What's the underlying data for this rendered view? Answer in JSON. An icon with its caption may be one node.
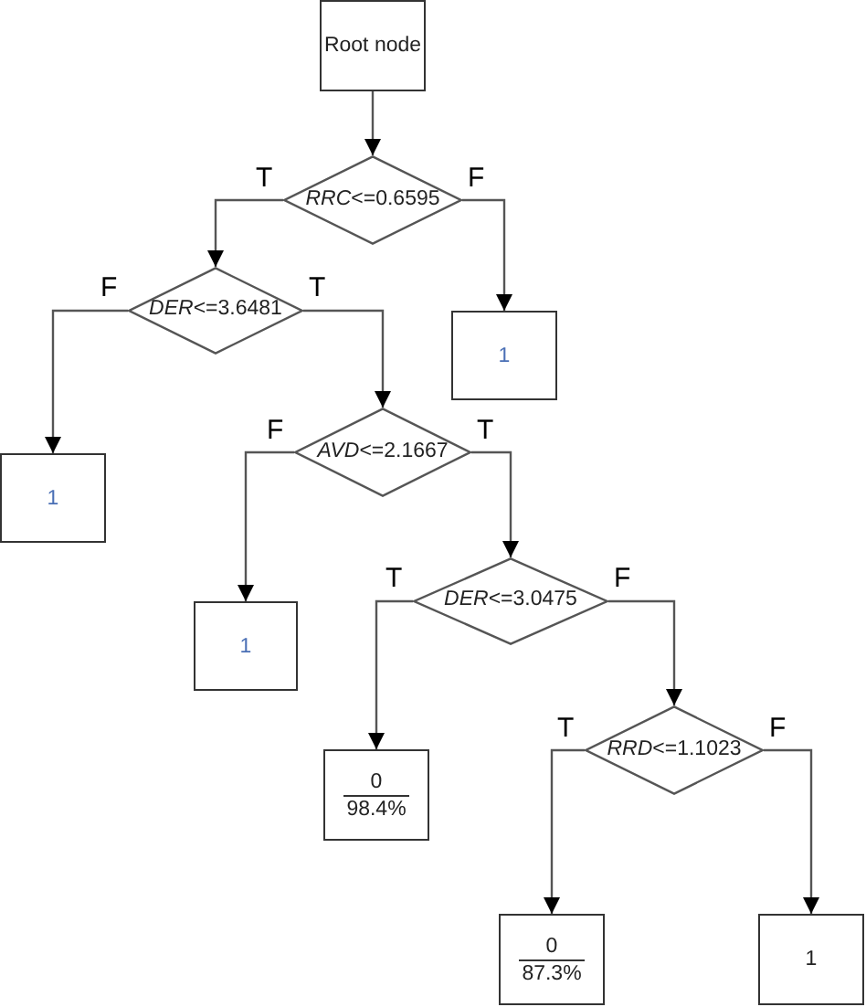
{
  "diagram": {
    "nodes": [
      {
        "text": [
          "Root node"
        ]
      },
      {
        "text": [
          "*RRC*<=0.6595"
        ]
      },
      {
        "text": [
          "*DER*<=3.6481"
        ]
      },
      {
        "text": [
          "1"
        ]
      },
      {
        "text": [
          "1"
        ]
      },
      {
        "text": [
          "*AVD*<=2.1667"
        ]
      },
      {
        "text": [
          "1"
        ]
      },
      {
        "text": [
          "*DER*<=3.0475"
        ]
      },
      {
        "text": [
          "0",
          "98.4%"
        ]
      },
      {
        "text": [
          "*RRD*<=1.1023"
        ]
      },
      {
        "text": [
          "0",
          "87.3%"
        ]
      },
      {
        "text": [
          "1"
        ]
      }
    ],
    "edges": [
      {
        "from": 0,
        "to": 1,
        "arrow": "to"
      },
      {
        "from": 1,
        "to": 2,
        "arrow": "to",
        "label": "T"
      },
      {
        "from": 1,
        "to": 3,
        "arrow": "to",
        "label": "F"
      },
      {
        "from": 2,
        "to": 4,
        "arrow": "to",
        "label": "F"
      },
      {
        "from": 2,
        "to": 5,
        "arrow": "to",
        "label": "T"
      },
      {
        "from": 5,
        "to": 6,
        "arrow": "to",
        "label": "F"
      },
      {
        "from": 5,
        "to": 7,
        "arrow": "to",
        "label": "T"
      },
      {
        "from": 7,
        "to": 8,
        "arrow": "to",
        "label": "T"
      },
      {
        "from": 7,
        "to": 9,
        "arrow": "to",
        "label": "F"
      },
      {
        "from": 9,
        "to": 10,
        "arrow": "to",
        "label": "T"
      },
      {
        "from": 9,
        "to": 11,
        "arrow": "to",
        "label": "F"
      }
    ]
  }
}
